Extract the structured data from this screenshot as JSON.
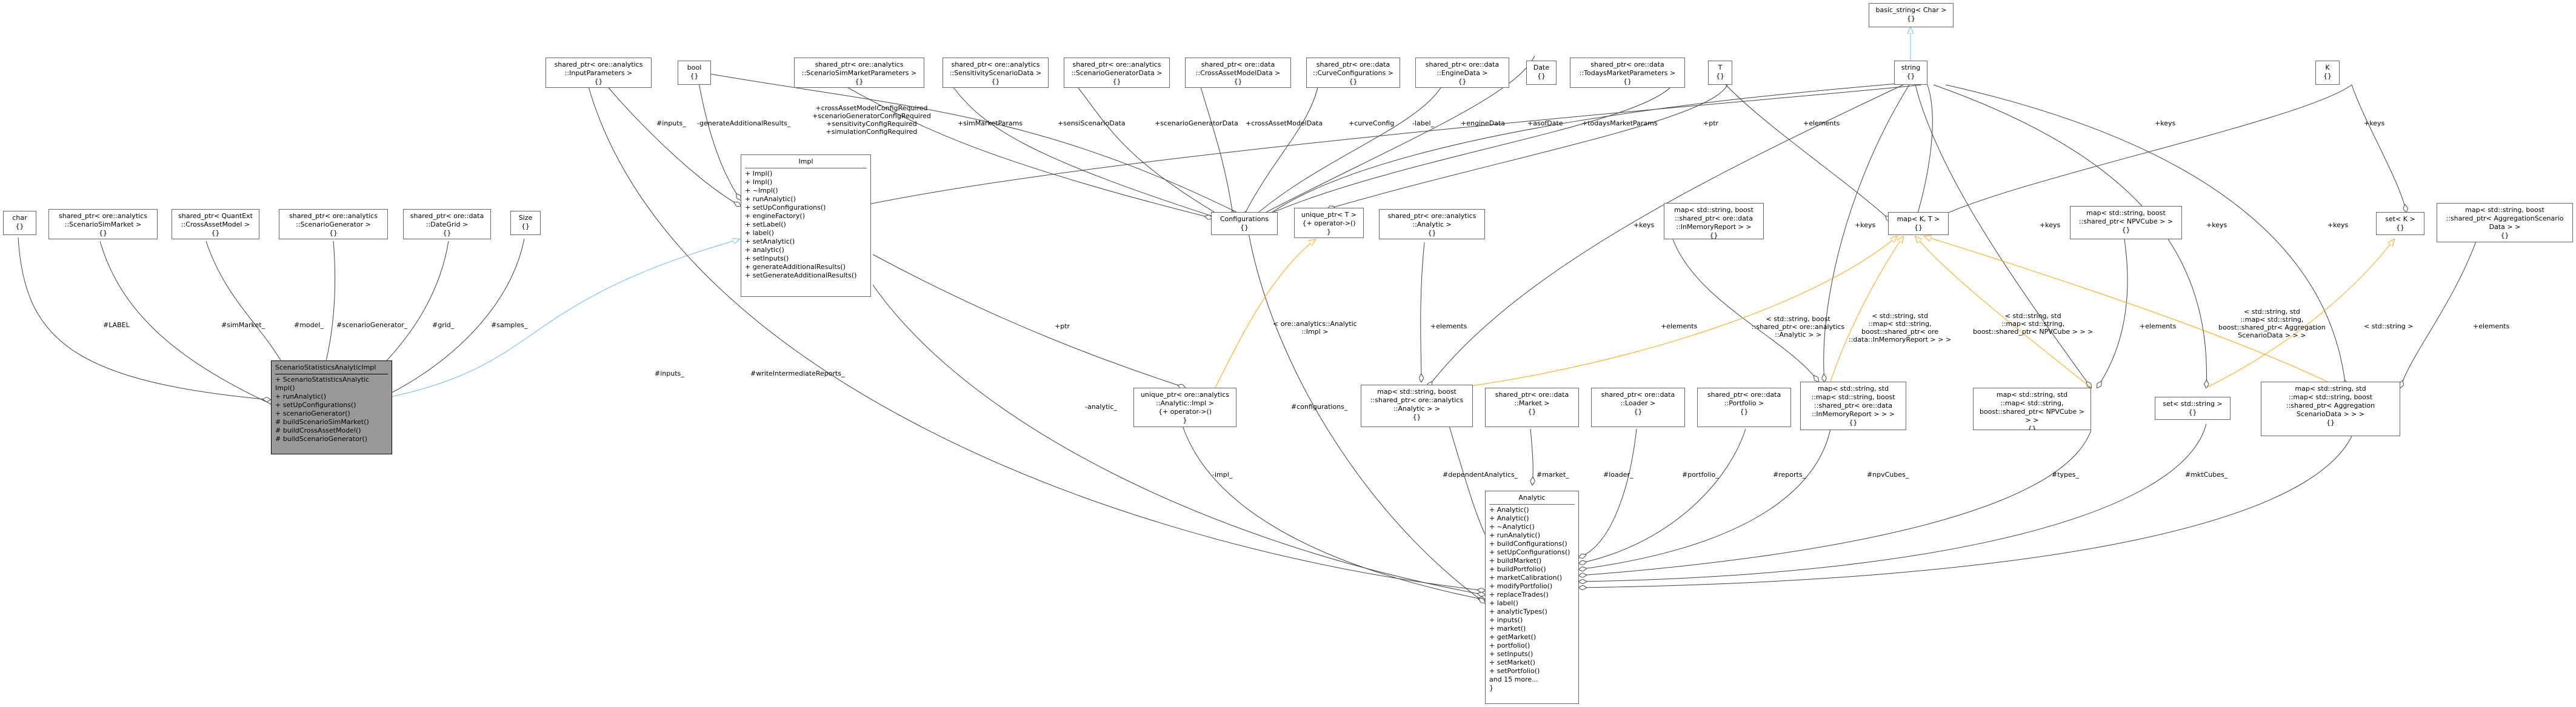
{
  "nodes": {
    "basic_string": {
      "title": "basic_string< Char >\n{}"
    },
    "string": {
      "title": "string\n{}"
    },
    "K": {
      "title": "K\n{}"
    },
    "T": {
      "title": "T\n{}"
    },
    "bool": {
      "title": "bool\n{}"
    },
    "Date": {
      "title": "Date\n{}"
    },
    "char": {
      "title": "char\n{}"
    },
    "Size": {
      "title": "Size\n{}"
    },
    "sp_input_params": {
      "title": "shared_ptr< ore::analytics\n::InputParameters >\n{}"
    },
    "sp_scenario_sim_params": {
      "title": "shared_ptr< ore::analytics\n::ScenarioSimMarketParameters >\n{}"
    },
    "sp_sensitivity_data": {
      "title": "shared_ptr< ore::analytics\n::SensitivityScenarioData >\n{}"
    },
    "sp_scenario_gen_data": {
      "title": "shared_ptr< ore::analytics\n::ScenarioGeneratorData >\n{}"
    },
    "sp_cross_asset_model_data": {
      "title": "shared_ptr< ore::data\n::CrossAssetModelData >\n{}"
    },
    "sp_curve_configs": {
      "title": "shared_ptr< ore::data\n::CurveConfigurations >\n{}"
    },
    "sp_engine_data": {
      "title": "shared_ptr< ore::data\n::EngineData >\n{}"
    },
    "sp_todays_market_params": {
      "title": "shared_ptr< ore::data\n::TodaysMarketParameters >\n{}"
    },
    "sp_scenario_sim_market": {
      "title": "shared_ptr< ore::analytics\n::ScenarioSimMarket >\n{}"
    },
    "sp_crossasset_model": {
      "title": "shared_ptr< QuantExt\n::CrossAssetModel >\n{}"
    },
    "sp_scenario_generator": {
      "title": "shared_ptr< ore::analytics\n::ScenarioGenerator >\n{}"
    },
    "sp_date_grid": {
      "title": "shared_ptr< ore::data\n::DateGrid >\n{}"
    },
    "impl": {
      "title": "Impl",
      "members": [
        "+ Impl()",
        "+ Impl()",
        "+ ~Impl()",
        "+ runAnalytic()",
        "+ setUpConfigurations()",
        "+ engineFactory()",
        "+ setLabel()",
        "+ label()",
        "+ setAnalytic()",
        "+ analytic()",
        "+ setInputs()",
        "+ generateAdditionalResults()",
        "+ setGenerateAdditionalResults()"
      ]
    },
    "configurations": {
      "title": "Configurations\n{}"
    },
    "unique_ptr_T": {
      "title": "unique_ptr< T >\n{+ operator->()\n}"
    },
    "sp_analytic": {
      "title": "shared_ptr< ore::analytics\n::Analytic >\n{}"
    },
    "map_inmemory_report": {
      "title": "map< std::string, boost\n::shared_ptr< ore::data\n::InMemoryReport > >\n{}"
    },
    "map_K_T": {
      "title": "map< K, T >\n{}"
    },
    "sp_npvcube": {
      "title": "map< std::string, boost\n::shared_ptr< NPVCube > >\n{}"
    },
    "set_K": {
      "title": "set< K >\n{}"
    },
    "map_agg_scenario": {
      "title": "map< std::string, boost\n::shared_ptr< AggregationScenario\nData > >\n{}"
    },
    "scenario_stats_impl": {
      "title": "ScenarioStatisticsAnalyticImpl",
      "members": [
        "+ ScenarioStatisticsAnalytic\nImpl()",
        "+ runAnalytic()",
        "+ setUpConfigurations()",
        "+ scenarioGenerator()",
        "# buildScenarioSimMarket()",
        "# buildCrossAssetModel()",
        "# buildScenarioGenerator()"
      ]
    },
    "unique_ptr_impl": {
      "title": "unique_ptr< ore::analytics\n::Analytic::Impl >\n{+ operator->()\n}"
    },
    "map_dependent_analytics": {
      "title": "map< std::string, boost\n::shared_ptr< ore::analytics\n::Analytic > >\n{}"
    },
    "sp_market": {
      "title": "shared_ptr< ore::data\n::Market >\n{}"
    },
    "sp_loader": {
      "title": "shared_ptr< ore::data\n::Loader >\n{}"
    },
    "sp_portfolio": {
      "title": "shared_ptr< ore::data\n::Portfolio >\n{}"
    },
    "map_map_inmemory": {
      "title": "map< std::string, std\n::map< std::string, boost\n::shared_ptr< ore::data\n::InMemoryReport > > >\n{}"
    },
    "map_map_npvcube": {
      "title": "map< std::string, std\n::map< std::string,\nboost::shared_ptr< NPVCube > > >\n{}"
    },
    "set_string": {
      "title": "set< std::string >\n{}"
    },
    "map_map_agg": {
      "title": "map< std::string, std\n::map< std::string, boost\n::shared_ptr< Aggregation\nScenarioData > > >\n{}"
    },
    "analytic": {
      "title": "Analytic",
      "members": [
        "+ Analytic()",
        "+ Analytic()",
        "+ ~Analytic()",
        "+ runAnalytic()",
        "+ buildConfigurations()",
        "+ setUpConfigurations()",
        "+ buildMarket()",
        "+ buildPortfolio()",
        "+ marketCalibration()",
        "+ modifyPortfolio()",
        "+ replaceTrades()",
        "+ label()",
        "+ analyticTypes()",
        "+ inputs()",
        "+ market()",
        "+ getMarket()",
        "+ portfolio()",
        "+ setInputs()",
        "+ setMarket()",
        "+ setPortfolio()",
        "and 15 more...",
        "}"
      ]
    }
  },
  "edge_labels": {
    "label_": "#LABEL",
    "simMarket_": "#simMarket_",
    "model_": "#model_",
    "scenarioGenerator_": "#scenarioGenerator_",
    "grid_": "#grid_",
    "samples_": "#samples_",
    "inputs_impl": "#inputs_",
    "generateAdditionalResults": "-generateAdditionalResults_",
    "config_required": "+crossAssetModelConfigRequired\n+scenarioGeneratorConfigRequired\n+sensitivityConfigRequired\n+simulationConfigRequired",
    "simMarketParams": "+simMarketParams",
    "sensiScenarioData": "+sensiScenarioData",
    "scenarioGeneratorData": "+scenarioGeneratorData",
    "crossAssetModelData": "+crossAssetModelData",
    "curveConfig": "+curveConfig",
    "label": "-label_",
    "engineData": "+engineData",
    "asofDate": "+asofDate",
    "todaysMarketParams": "+todaysMarketParams",
    "ptr1": "+ptr",
    "elements1": "+elements",
    "keys1": "+keys",
    "keys2": "+keys",
    "keys3": "+keys",
    "keys4": "+keys",
    "keys5": "+keys",
    "keys6": "+keys",
    "keys7": "+keys",
    "ptr2": "+ptr",
    "analytic_impl_tmpl": "< ore::analytics::Analytic\n::Impl >",
    "elements2": "+elements",
    "elements3": "+elements",
    "elements4": "+elements",
    "elements5": "+elements",
    "tmpl_analytic": "< std::string, boost\n::shared_ptr< ore::analytics\n::Analytic > >",
    "tmpl_inmemory": "< std::string, std\n::map< std::string,\nboost::shared_ptr< ore\n::data::InMemoryReport > > >",
    "tmpl_npvcube": "< std::string, std\n::map< std::string,\nboost::shared_ptr< NPVCube > > >",
    "tmpl_agg": "< std::string, std\n::map< std::string,\nboost::shared_ptr< Aggregation\nScenarioData > > >",
    "tmpl_set_string": "< std::string >",
    "inputs_analytic": "#inputs_",
    "writeIntermediateReports": "#writeIntermediateReports_",
    "analytic_": "-analytic_",
    "impl_": "-impl_",
    "configurations_": "#configurations_",
    "dependentAnalytics_": "#dependentAnalytics_",
    "market_": "#market_",
    "loader_": "#loader_",
    "portfolio_": "#portfolio_",
    "reports_": "#reports_",
    "npvCubes_": "#npvCubes_",
    "types_": "#types_",
    "mktCubes_": "#mktCubes_"
  },
  "colors": {
    "edge_default": "#404040",
    "edge_inheritance": "#63b8ff",
    "edge_template": "#ffa500",
    "highlight_fill": "#999999"
  }
}
